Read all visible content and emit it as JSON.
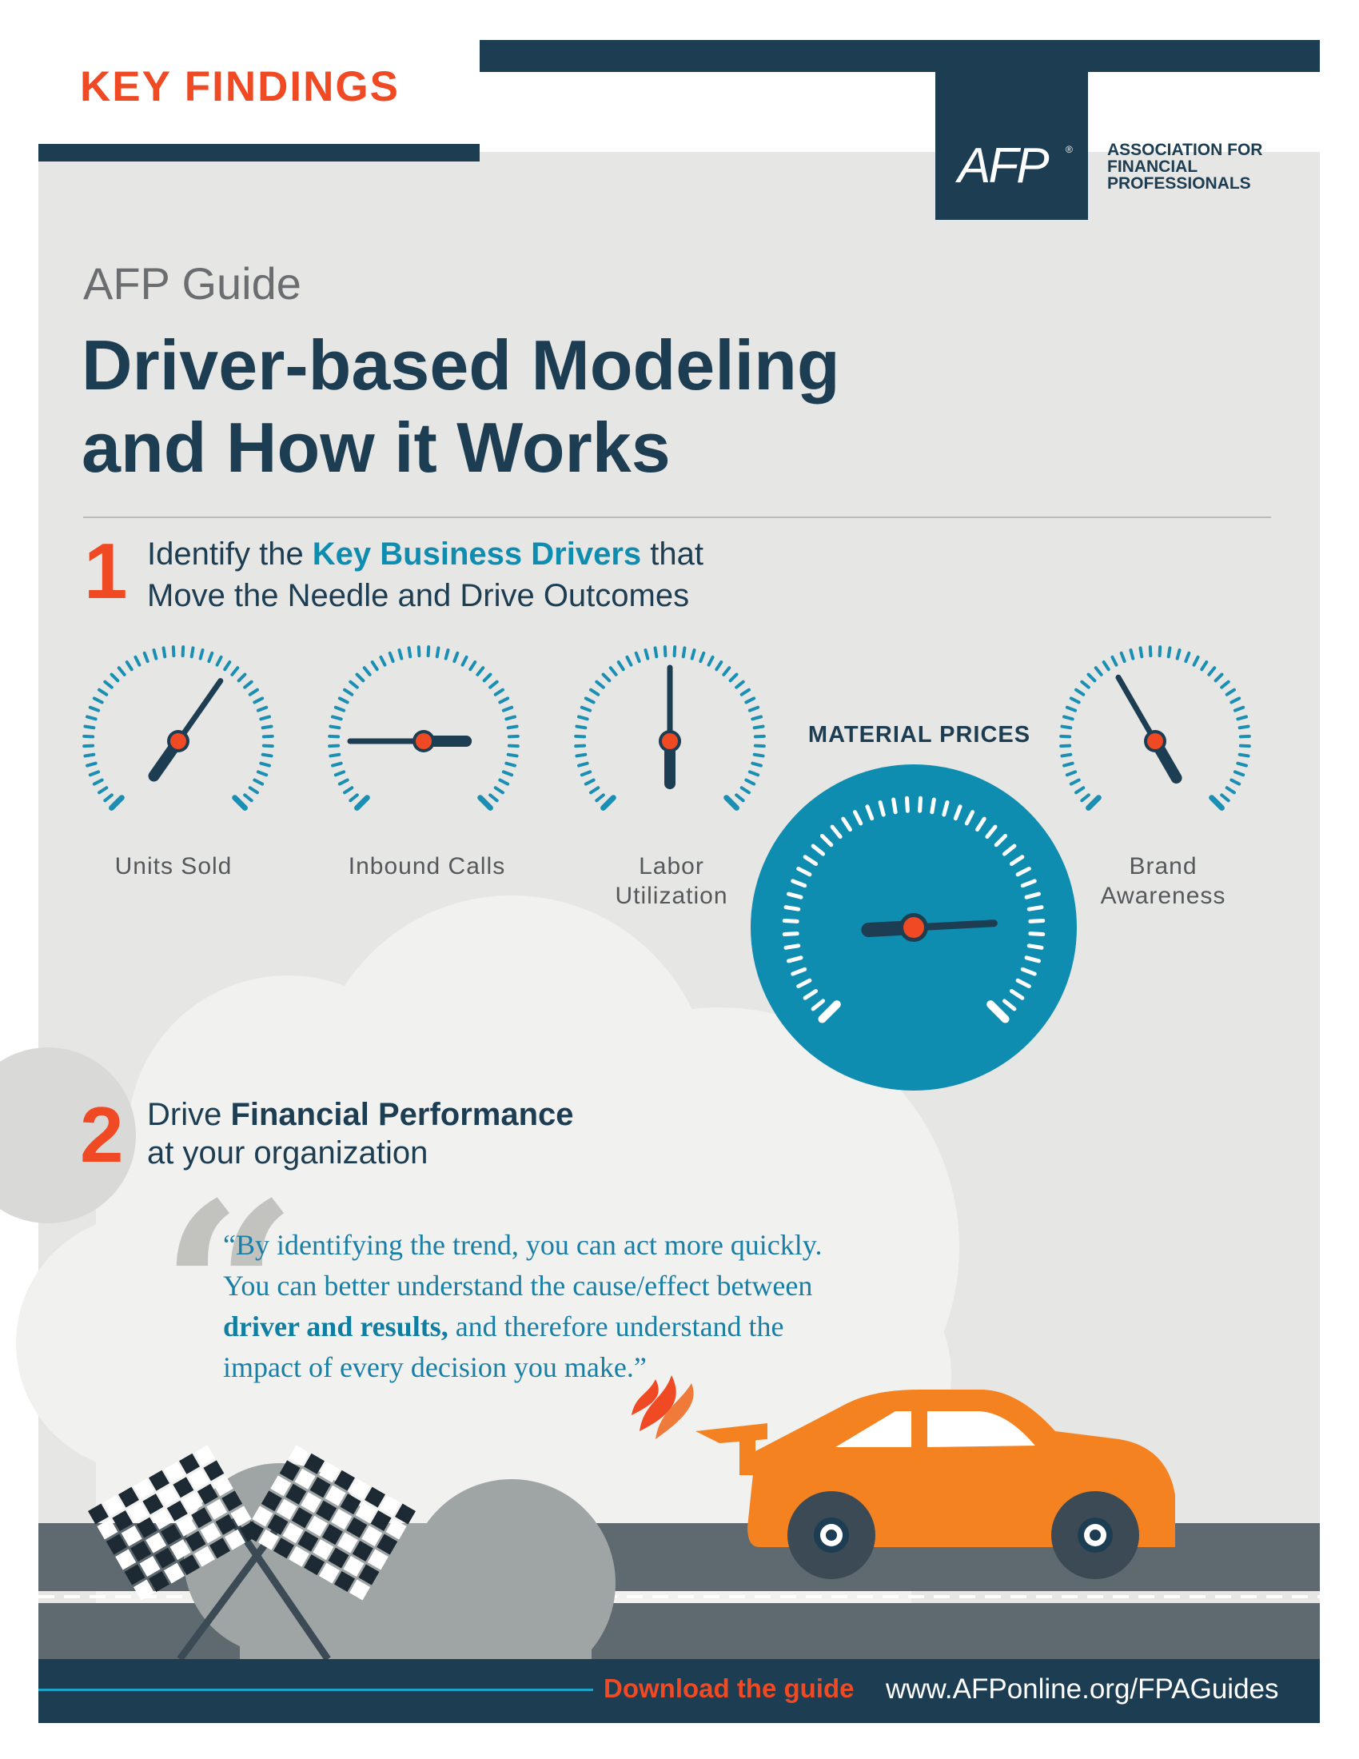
{
  "header": {
    "banner": "KEY FINDINGS",
    "logo_text": "AFP",
    "logo_reg": "®",
    "org_name_lines": [
      "ASSOCIATION FOR",
      "FINANCIAL",
      "PROFESSIONALS"
    ]
  },
  "guide": {
    "label": "AFP Guide",
    "title_lines": [
      "Driver-based Modeling",
      "and How it Works"
    ]
  },
  "step1": {
    "number": "1",
    "line1_prefix": "Identify the ",
    "line1_highlight": "Key Business Drivers",
    "line1_suffix": " that",
    "line2": "Move the Needle and Drive Outcomes"
  },
  "gauges": [
    {
      "label_lines": [
        "Units Sold"
      ],
      "needle_angle": 35
    },
    {
      "label_lines": [
        "Inbound Calls"
      ],
      "needle_angle": -90
    },
    {
      "label_lines": [
        "Labor",
        "Utilization"
      ],
      "needle_angle": 0
    },
    {
      "label_lines": [
        "Brand",
        "Awareness"
      ],
      "needle_angle": -30
    }
  ],
  "featured_gauge": {
    "title": "MATERIAL PRICES",
    "needle_angle": 87
  },
  "step2": {
    "number": "2",
    "line1_prefix": "Drive ",
    "line1_highlight": "Financial Performance",
    "line2": "at your organization"
  },
  "quote": {
    "mark": "“",
    "line1": "“By identifying the trend, you can act more quickly.",
    "line2": "You can better understand the cause/effect between",
    "line3_bold": "driver and results,",
    "line3_rest": " and therefore understand the",
    "line4": "impact of every decision you make.”"
  },
  "footer": {
    "cta": "Download the guide",
    "url": "www.AFPonline.org/FPAGuides"
  },
  "colors": {
    "navy": "#1d3d52",
    "orange_red": "#ef4a23",
    "teal": "#1a8fb3",
    "panel_gray": "#e6e6e4",
    "car_orange": "#f58220"
  }
}
